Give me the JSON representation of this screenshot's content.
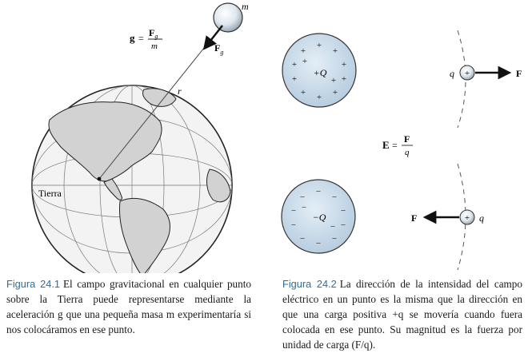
{
  "figure_1": {
    "formula": {
      "lhs": "g",
      "eq": "=",
      "num": "F",
      "num_sub": "g",
      "den": "m"
    },
    "mass_label": "m",
    "force_label": "F",
    "force_sub": "g",
    "distance_label": "r",
    "earth_label": "Tierra",
    "caption_label": "Figura 24.1",
    "caption_text": "El campo gravitacional en cualquier punto sobre la Tierra puede representarse mediante la aceleración g que una pequeña masa m experimentaría si nos colocáramos en ese punto."
  },
  "figure_2": {
    "positive_sign": "+",
    "negative_sign": "−",
    "positive_charge_label": "+Q",
    "negative_charge_label": "−Q",
    "test_charge_label": "q",
    "force_label": "F",
    "formula": {
      "lhs": "E",
      "eq": "=",
      "num": "F",
      "den": "q"
    },
    "caption_label": "Figura 24.2",
    "caption_text": "La dirección de la intensidad del campo eléctrico en un punto es la misma que la dirección en que una carga positiva +q se movería cuando fuera colocada en ese punto. Su magnitud es la fuerza por unidad de carga (F/q)."
  },
  "colors": {
    "caption_label": "#2f6f9a",
    "sphere_fill": "#c9dceb",
    "arrow": "#111111"
  }
}
